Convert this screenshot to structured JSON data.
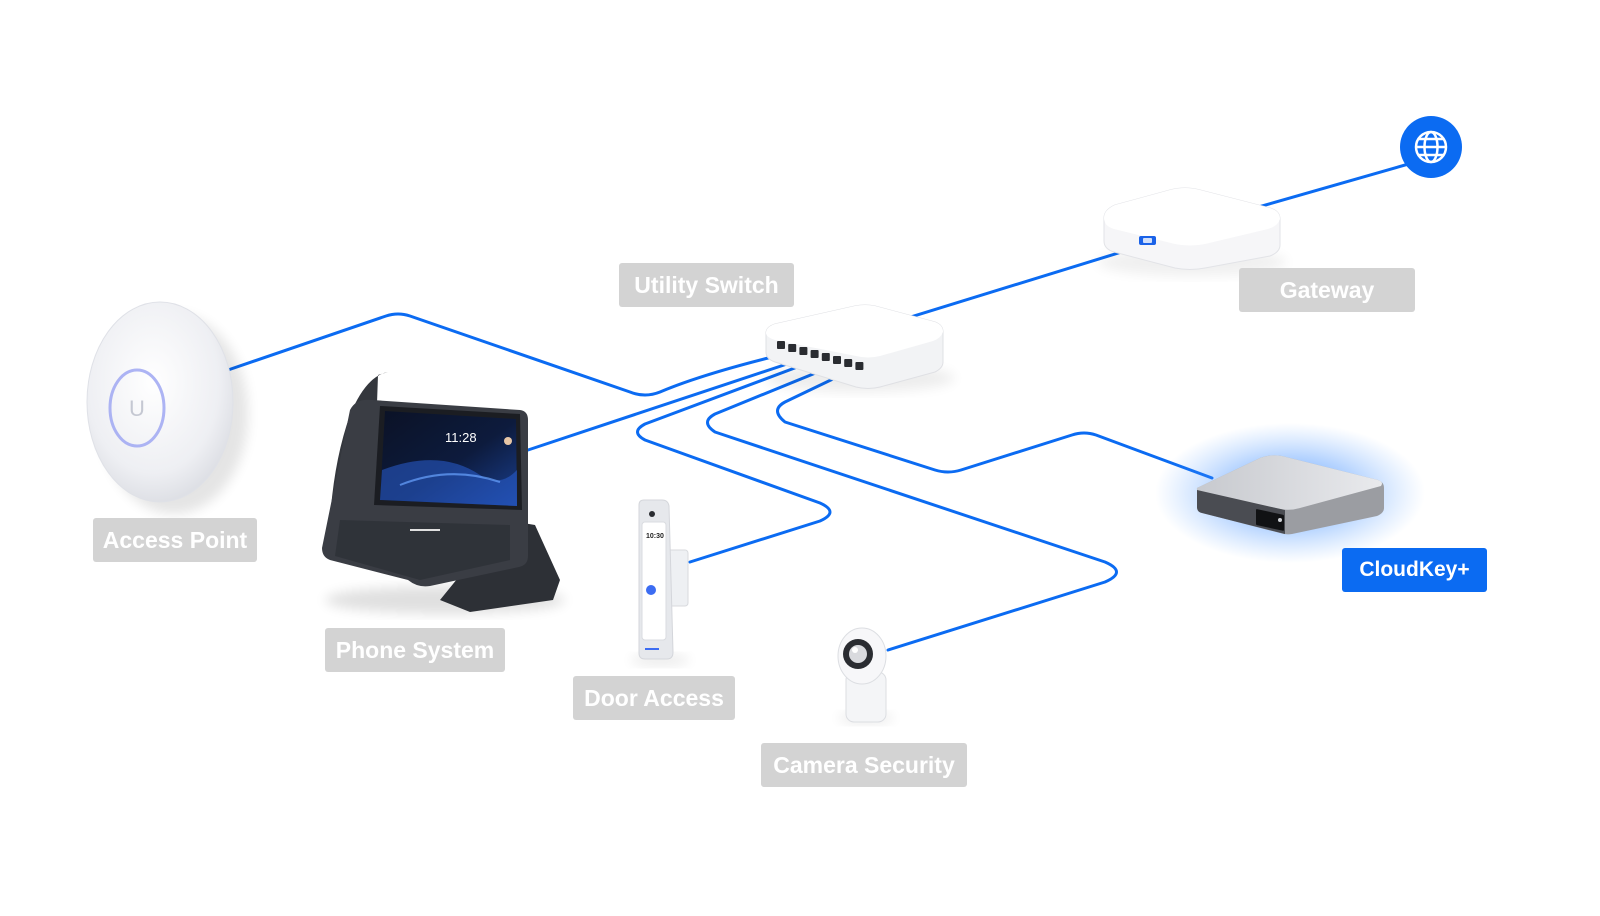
{
  "colors": {
    "link": "#0b6bf2",
    "label_bg": "#d3d3d3",
    "label_active_bg": "#0b6bf2",
    "label_text": "#ffffff",
    "internet_bg": "#0b6bf2"
  },
  "icons": {
    "internet": "globe-icon"
  },
  "devices": {
    "access_point": {
      "label": "Access Point",
      "active": false
    },
    "phone": {
      "label": "Phone System",
      "active": false,
      "screen_time": "11:28"
    },
    "door": {
      "label": "Door Access",
      "active": false,
      "screen_time": "10:30"
    },
    "camera": {
      "label": "Camera Security",
      "active": false
    },
    "switch": {
      "label": "Utility Switch",
      "active": false,
      "ports": 8
    },
    "gateway": {
      "label": "Gateway",
      "active": false
    },
    "cloudkey": {
      "label": "CloudKey+",
      "active": true
    }
  }
}
